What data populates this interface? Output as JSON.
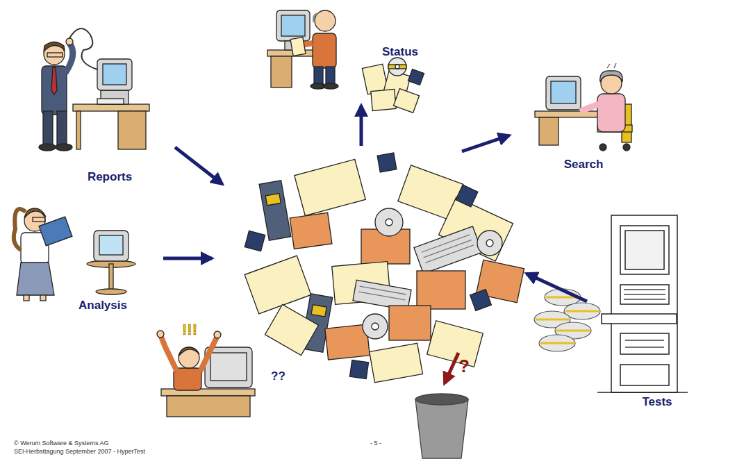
{
  "diagram": {
    "nodes": [
      {
        "text": [
          "Status"
        ]
      },
      {
        "text": [
          "Search"
        ]
      },
      {
        "text": [
          "Reports"
        ]
      },
      {
        "text": [
          "Analysis"
        ]
      },
      {
        "text": [
          "Tests"
        ]
      }
    ],
    "labels": [
      "!!!",
      "??",
      "?",
      "© Werum Software & Systems AG",
      "SEI-Herbsttagung September 2007 - HyperTest",
      "- 5 -"
    ]
  }
}
